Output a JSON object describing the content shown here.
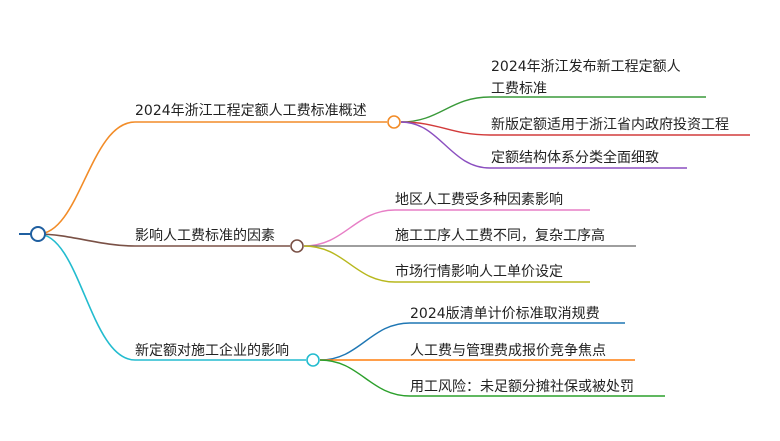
{
  "mindmap": {
    "branches": [
      {
        "label": "2024年浙江工程定额人工费标准概述",
        "color": "#f28c28",
        "children": [
          {
            "lines": [
              "2024年浙江发布新工程定额人",
              "工费标准"
            ],
            "color": "#3a9a3a"
          },
          {
            "lines": [
              "新版定额适用于浙江省内政府投资工程"
            ],
            "color": "#d23b3b"
          },
          {
            "lines": [
              "定额结构体系分类全面细致"
            ],
            "color": "#8b4fc0"
          }
        ]
      },
      {
        "label": "影响人工费标准的因素",
        "color": "#7a5146",
        "children": [
          {
            "lines": [
              "地区人工费受多种因素影响"
            ],
            "color": "#e77fc6"
          },
          {
            "lines": [
              "施工工序人工费不同，复杂工序高"
            ],
            "color": "#7f7f7f"
          },
          {
            "lines": [
              "市场行情影响人工单价设定"
            ],
            "color": "#b8b81e"
          }
        ]
      },
      {
        "label": "新定额对施工企业的影响",
        "color": "#23bccf",
        "children": [
          {
            "lines": [
              "2024版清单计价标准取消规费"
            ],
            "color": "#1f77b4"
          },
          {
            "lines": [
              "人工费与管理费成报价竞争焦点"
            ],
            "color": "#ff7f0e"
          },
          {
            "lines": [
              "用工风险：未足额分摊社保或被处罚"
            ],
            "color": "#2ca02c"
          }
        ]
      }
    ],
    "root_color": "#1f5fa0"
  }
}
